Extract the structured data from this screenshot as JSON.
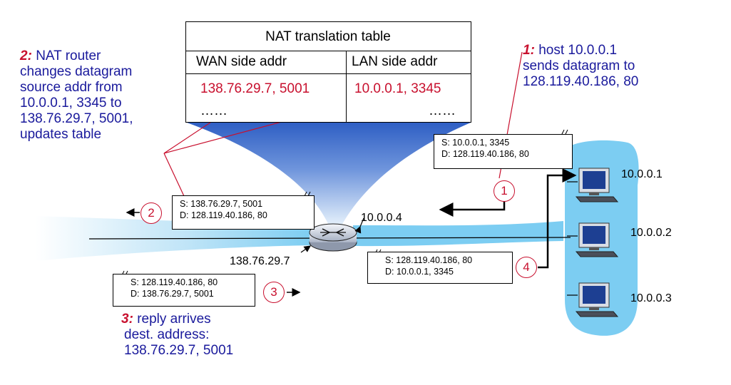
{
  "nat_table": {
    "title": "NAT translation table",
    "col_wan": "WAN side addr",
    "col_lan": "LAN side addr",
    "row1_wan": "138.76.29.7, 5001",
    "row1_lan": "10.0.0.1, 3345",
    "row2_wan": "……",
    "row2_lan": "……"
  },
  "steps": {
    "step1": {
      "num": "1:",
      "lines": [
        "host 10.0.0.1",
        "sends datagram to",
        "128.119.40.186, 80"
      ]
    },
    "step2": {
      "num": "2:",
      "lines": [
        "NAT router",
        "changes datagram",
        "source addr from",
        "10.0.0.1, 3345 to",
        "138.76.29.7, 5001,",
        "updates table"
      ]
    },
    "step3": {
      "num": "3:",
      "lines": [
        "reply arrives",
        "dest. address:",
        "138.76.29.7, 5001"
      ]
    }
  },
  "packets": {
    "p1": {
      "s": "S: 10.0.0.1, 3345",
      "d": "D: 128.119.40.186, 80"
    },
    "p2": {
      "s": "S: 138.76.29.7, 5001",
      "d": "D: 128.119.40.186, 80"
    },
    "p3": {
      "s": "S: 128.119.40.186, 80",
      "d": "D: 138.76.29.7, 5001"
    },
    "p4": {
      "s": "S: 128.119.40.186, 80",
      "d": "D: 10.0.0.1, 3345"
    }
  },
  "markers": {
    "m1": "1",
    "m2": "2",
    "m3": "3",
    "m4": "4"
  },
  "addresses": {
    "router_lan": "10.0.0.4",
    "router_wan": "138.76.29.7",
    "host1": "10.0.0.1",
    "host2": "10.0.0.2",
    "host3": "10.0.0.3"
  },
  "colors": {
    "step_text": "#1a1a9c",
    "highlight": "#c8102e",
    "lan": "#7ccdf2"
  }
}
